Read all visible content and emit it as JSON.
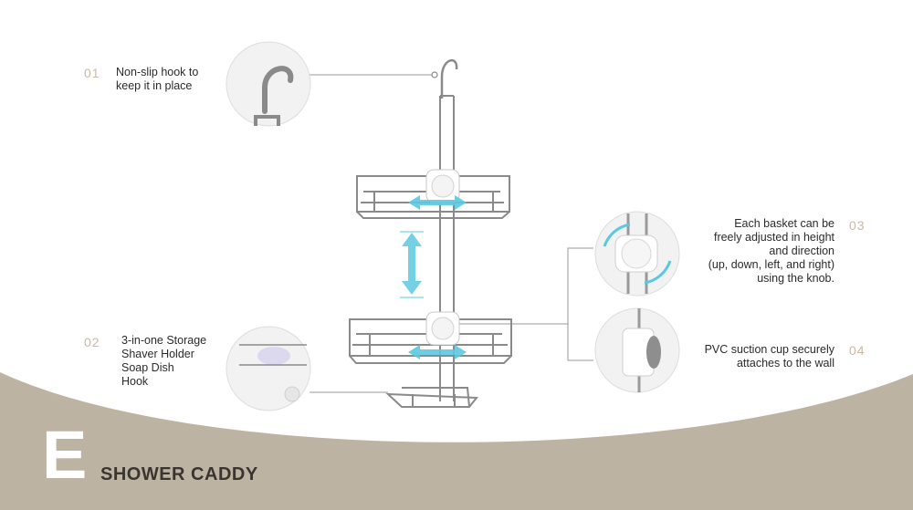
{
  "features": [
    {
      "number": "01",
      "text": "Non-slip hook to\nkeep it in place"
    },
    {
      "number": "02",
      "text": "3-in-one Storage\nShaver Holder\nSoap Dish\nHook"
    },
    {
      "number": "03",
      "text": "Each basket can be\nfreely adjusted in height\nand direction\n(up, down, left, and right)\nusing the knob."
    },
    {
      "number": "04",
      "text": "PVC suction cup securely\nattaches to the wall"
    }
  ],
  "brand": {
    "letter": "E",
    "title": "SHOWER CADDY"
  },
  "colors": {
    "accent": "#5ac8e0",
    "footer": "#bdb3a3",
    "number": "#c7b9a4"
  },
  "icons": [
    "hook-icon",
    "basket-icon",
    "knob-icon",
    "suction-cup-icon",
    "arrow-icon"
  ]
}
